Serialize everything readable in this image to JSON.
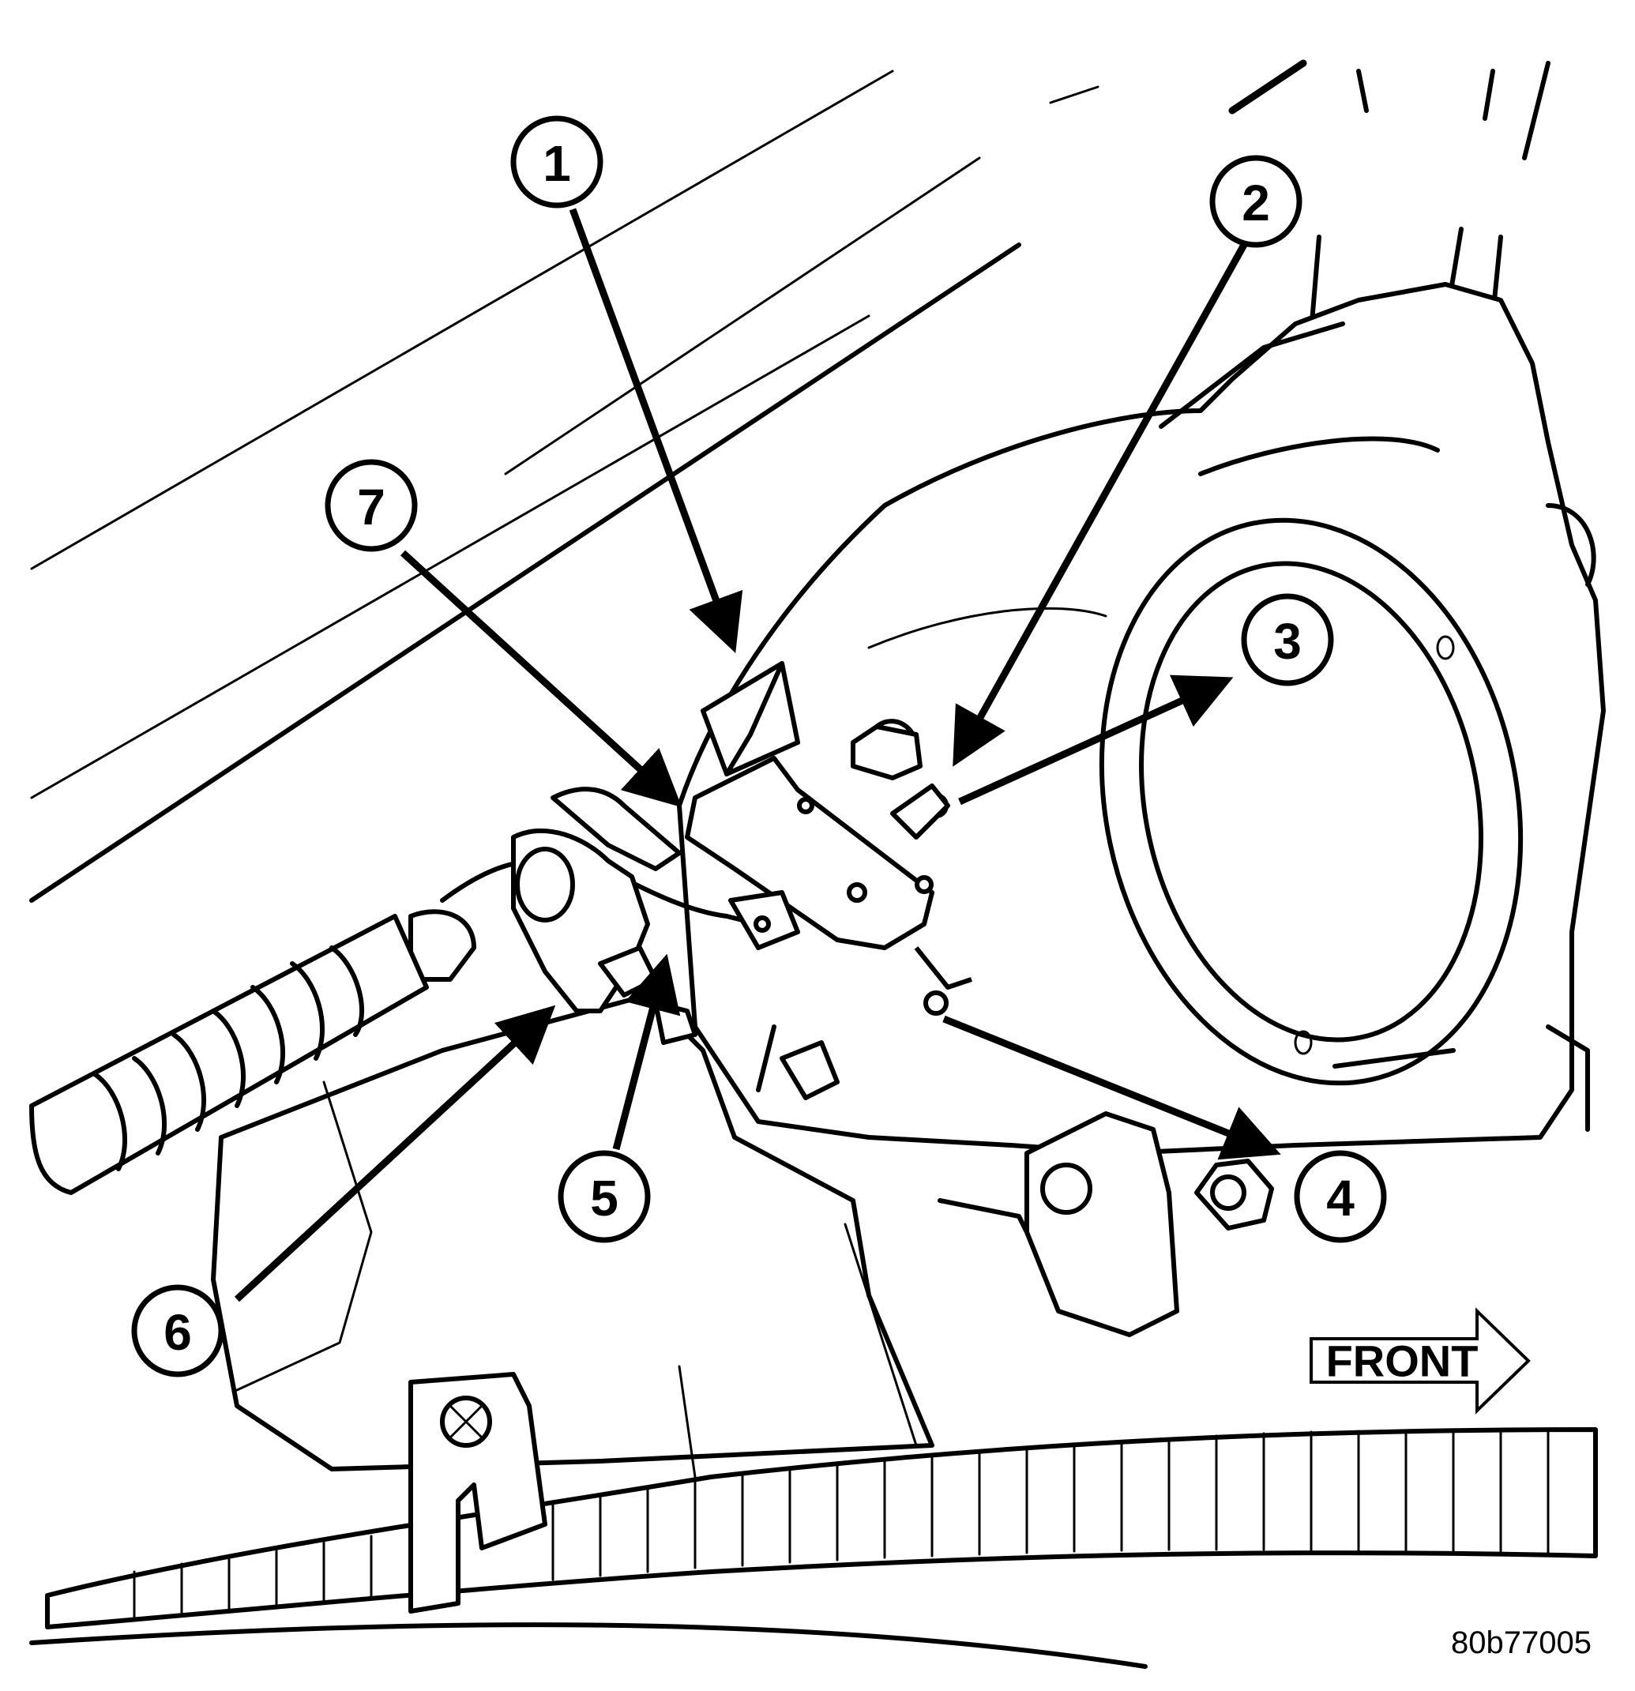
{
  "callouts": [
    {
      "label": "1"
    },
    {
      "label": "2"
    },
    {
      "label": "3"
    },
    {
      "label": "4"
    },
    {
      "label": "5"
    },
    {
      "label": "6"
    },
    {
      "label": "7"
    }
  ],
  "direction_indicator": {
    "label": "FRONT"
  },
  "figure_id": "80b77005",
  "colors": {
    "ink": "#000000",
    "paper": "#ffffff"
  }
}
